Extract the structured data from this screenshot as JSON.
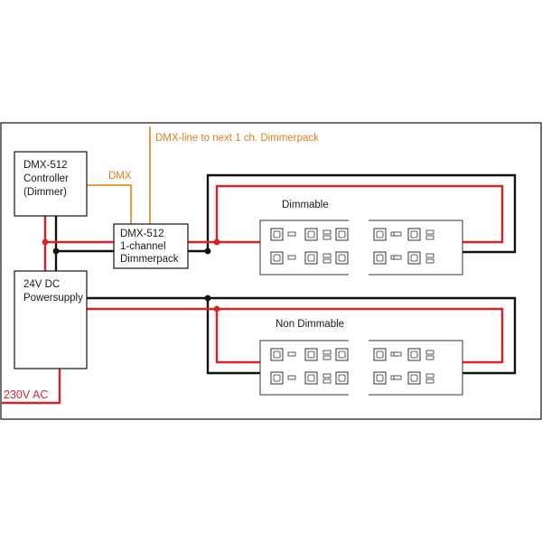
{
  "labels": {
    "dmx_line": "DMX-line to next 1 ch. Dimmerpack",
    "dmx": "DMX",
    "controller": [
      "DMX-512",
      "Controller",
      "(Dimmer)"
    ],
    "dimmerpack": [
      "DMX-512",
      "1-channel",
      "Dimmerpack"
    ],
    "powersupply": [
      "24V DC",
      "Powersupply"
    ],
    "mains": "230V AC",
    "strip_dimmable": "Dimmable",
    "strip_non_dimmable": "Non Dimmable"
  },
  "colors": {
    "positive_wire": "#d8222a",
    "ground_wire": "#111111",
    "dmx_wire": "#e59a45"
  }
}
